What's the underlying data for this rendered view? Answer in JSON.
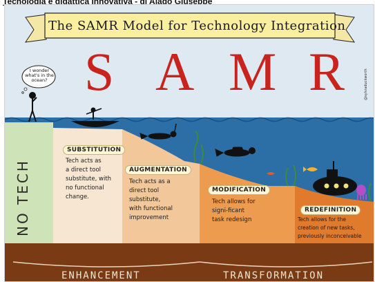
{
  "caption": "Tecnologia e didattica innovativa - di Alago Giuseppe",
  "banner": {
    "title": "The SAMR Model for Technology Integration"
  },
  "letters": [
    "S",
    "A",
    "M",
    "R"
  ],
  "thought_bubble": "I wonder what's in the ocean?",
  "signature": "@sylviaduckworth",
  "no_tech": "NO TECH",
  "levels": [
    {
      "title": "SUBSTITUTION",
      "text": [
        "Tech acts as",
        "a direct tool",
        "substitute, with",
        "no functional",
        "change."
      ]
    },
    {
      "title": "AUGMENTATION",
      "text": [
        "Tech acts as a",
        "direct tool",
        "substitute,",
        "with functional",
        "improvement"
      ]
    },
    {
      "title": "MODIFICATION",
      "text": [
        "Tech allows for",
        "signi-ficant",
        "task redesign"
      ]
    },
    {
      "title": "REDEFINITION",
      "text": [
        "Tech allows for the",
        "creation of new tasks,",
        "previously inconceivable"
      ]
    }
  ],
  "bottom": {
    "left": "ENHANCEMENT",
    "right": "TRANSFORMATION"
  },
  "colors": {
    "sky": "#dfe9f2",
    "sea": "#2c6fa6",
    "red_letters": "#c8241d",
    "no_tech": "#cfe3b8",
    "substitution": "#f6e6d2",
    "augmentation": "#f2c79a",
    "modification": "#ec9b4f",
    "redefinition": "#e07a2c",
    "seabed": "#7a3b14"
  }
}
